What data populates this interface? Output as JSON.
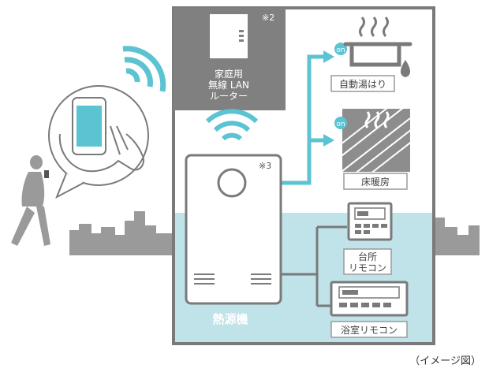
{
  "router": {
    "label_lines": [
      "家庭用",
      "無線 LAN",
      "ルーター"
    ],
    "note": "※2"
  },
  "heat_source": {
    "label": "熱源機",
    "note": "※3"
  },
  "features": {
    "auto_bath": {
      "label": "自動湯はり",
      "on_badge": "on"
    },
    "floor_heating": {
      "label": "床暖房",
      "on_badge": "on"
    }
  },
  "remotes": {
    "kitchen": {
      "label_lines": [
        "台所",
        "リモコン"
      ]
    },
    "bath": {
      "label": "浴室リモコン"
    }
  },
  "caption": "（イメージ図）",
  "colors": {
    "wifi_accent": "#5bc3d2",
    "house_outline": "#7a7a7a",
    "router_panel": "#808080",
    "lower_fill": "#bfe3e8",
    "silhouette": "#9a9a9a",
    "label_border": "#9a9a9a",
    "heat_source_label": "#ffffff"
  }
}
